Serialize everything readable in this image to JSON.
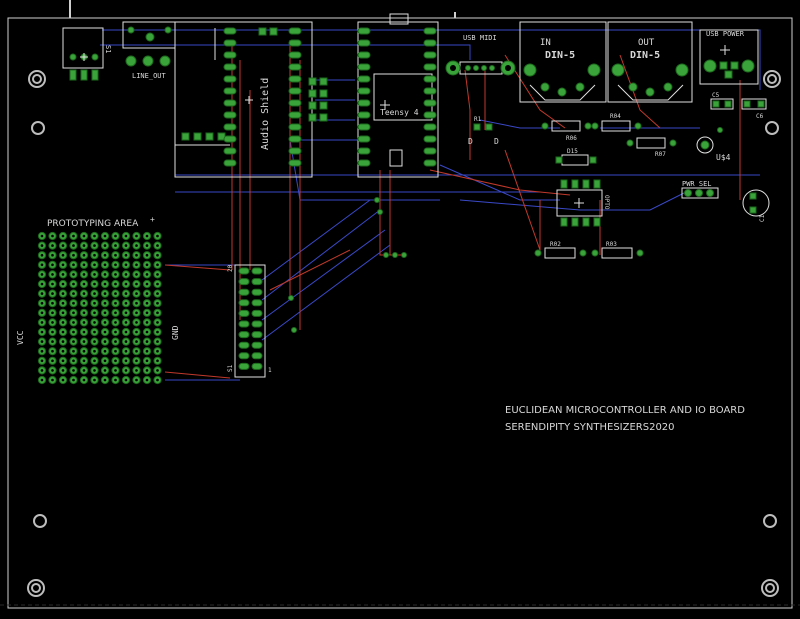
{
  "labels": {
    "s1": "S1",
    "line_out": "LINE_OUT",
    "audio_shield": "Audio Shield",
    "teensy": "Teensy 4",
    "usb_midi": "USB MIDI",
    "din_in": "IN",
    "din_out": "OUT",
    "din5_in": "DIN-5",
    "din5_out": "DIN-5",
    "usb_power": "USB POWER",
    "c5": "C5",
    "c6": "C6",
    "r1": "R1",
    "d": "D",
    "r06": "R06",
    "r04": "R04",
    "r07": "R07",
    "d15": "D15",
    "u4": "U$4",
    "opt": "OPTO",
    "pwr_sel": "PWR_SEL",
    "c1": "C1",
    "r02": "R02",
    "r03": "R03",
    "prototyping": "PROTOTYPING AREA",
    "vcc": "VCC",
    "gnd": "GND",
    "hdr_top": "20",
    "hdr_bottom": "S1",
    "hdr_one": "1",
    "title1": "EUCLIDEAN MICROCONTROLLER AND IO BOARD",
    "title2": "SERENDIPITY SYNTHESIZERS2020"
  },
  "colors": {
    "background": "#000000",
    "pad": "#3aa33a",
    "top_trace": "#c0392b",
    "bottom_trace": "#3a49c8",
    "silkscreen": "#e0e0e0"
  }
}
